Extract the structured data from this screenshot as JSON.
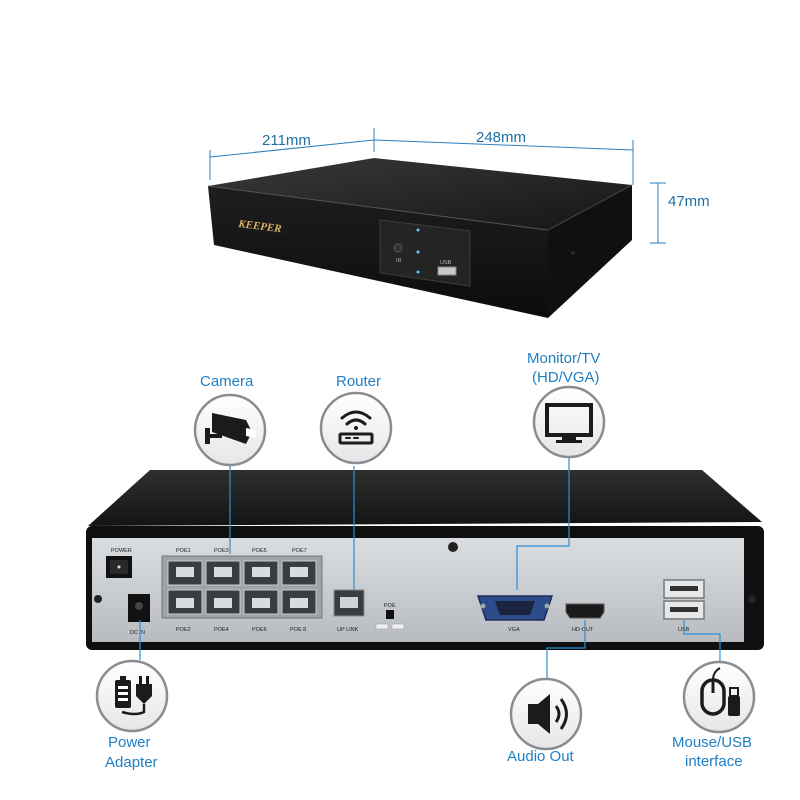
{
  "dimensions": {
    "depth": "211mm",
    "width": "248mm",
    "height": "47mm"
  },
  "front": {
    "brand": "KEEPER",
    "usb_label": "USB",
    "ir_label": "IR"
  },
  "callouts": {
    "camera": "Camera",
    "router": "Router",
    "monitor_line1": "Monitor/TV",
    "monitor_line2": "(HD/VGA)",
    "power_line1": "Power",
    "power_line2": "Adapter",
    "audio": "Audio Out",
    "mouse_line1": "Mouse/USB",
    "mouse_line2": "interface"
  },
  "rear_panel": {
    "power": "POWER",
    "dc_in": "DC IN",
    "poe_top": [
      "POE1",
      "POE3",
      "POE5",
      "POE7"
    ],
    "poe_bottom": [
      "POE2",
      "POE4",
      "POE6",
      "POE 8"
    ],
    "uplink": "UP LINK",
    "poe_switch": "POE",
    "vga": "VGA",
    "hdmi": "HD-OUT",
    "usb": "USB"
  },
  "colors": {
    "accent_blue": "#1f7fc4",
    "device_black": "#1b1b1b",
    "panel_silver": "#c9ccd0"
  }
}
